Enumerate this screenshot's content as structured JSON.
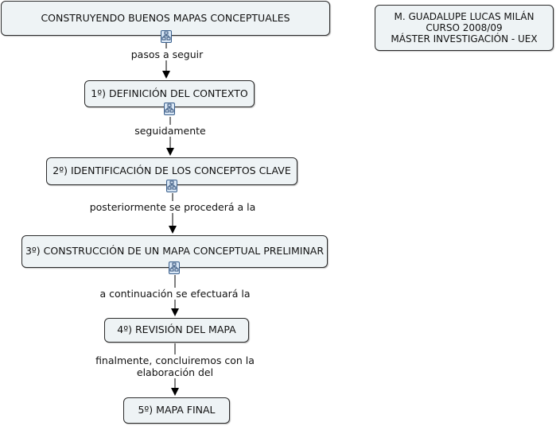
{
  "nodes": {
    "title": "CONSTRUYENDO BUENOS MAPAS CONCEPTUALES",
    "step1": "1º) DEFINICIÓN DEL CONTEXTO",
    "step2": "2º) IDENTIFICACIÓN DE LOS CONCEPTOS CLAVE",
    "step3": "3º) CONSTRUCCIÓN DE UN MAPA CONCEPTUAL PRELIMINAR",
    "step4": "4º) REVISIÓN DEL MAPA",
    "step5": "5º) MAPA FINAL"
  },
  "author": {
    "line1": "M. GUADALUPE LUCAS MILÁN",
    "line2": "CURSO 2008/09",
    "line3": "MÁSTER INVESTIGACIÓN - UEX"
  },
  "links": {
    "l1": "pasos a seguir",
    "l2": "seguidamente",
    "l3": "posteriormente se procederá a la",
    "l4": "a continuación se efectuará la",
    "l5a": "finalmente, concluiremos con la",
    "l5b": "elaboración del"
  },
  "icons": [
    "concept-map-icon",
    "concept-map-icon",
    "concept-map-icon",
    "concept-map-icon"
  ]
}
